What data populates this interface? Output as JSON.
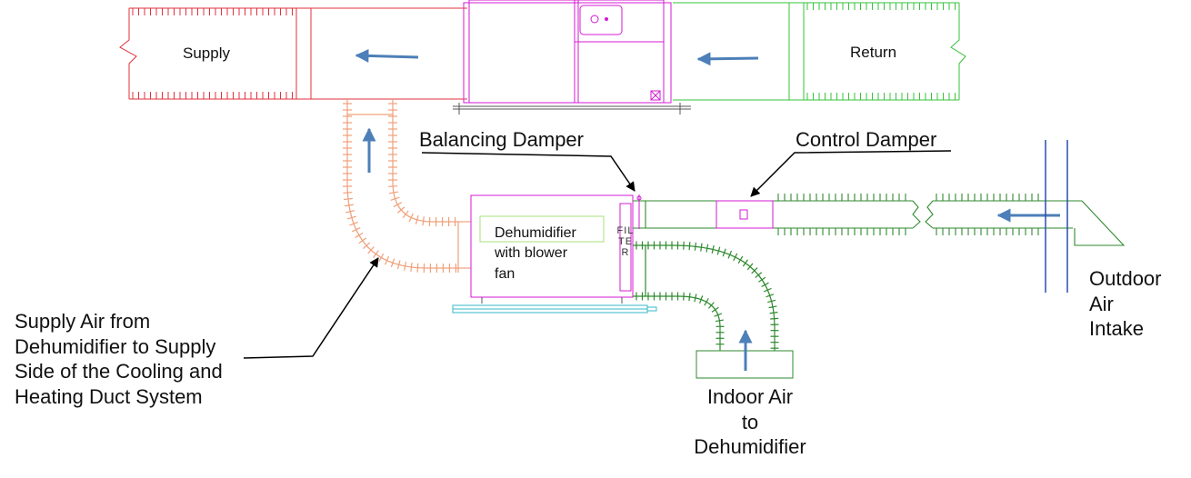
{
  "labels": {
    "supply": "Supply",
    "return": "Return",
    "balancing_damper": "Balancing Damper",
    "control_damper": "Control Damper",
    "dehumidifier": "Dehumidifier\nwith blower\nfan",
    "filter": "FILTER",
    "outdoor_air": "Outdoor\nAir\nIntake",
    "supply_air": "Supply Air from\nDehumidifier to Supply\nSide of the Cooling and\nHeating Duct System",
    "indoor_air": "Indoor Air\nto\nDehumidifier"
  },
  "colors": {
    "supply_duct": "#e0303c",
    "return_duct": "#35c33a",
    "air_handler": "#d418d4",
    "supply_air_duct": "#f0a07a",
    "intake_duct": "#2f8a2f",
    "outdoor_pipe": "#2a4fb0",
    "arrow": "#4d7fb8",
    "base_rail": "#35b8c8",
    "dehumidifier_box": "#d418d4",
    "leader": "#000000"
  }
}
